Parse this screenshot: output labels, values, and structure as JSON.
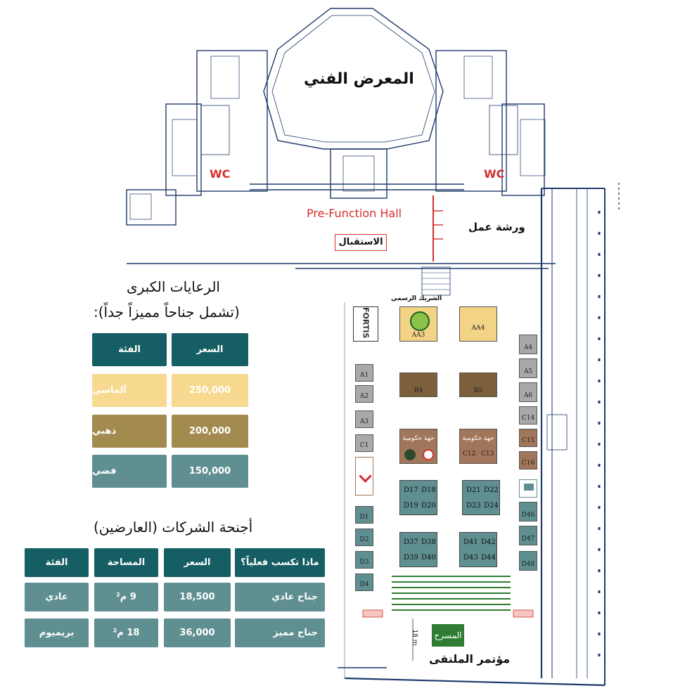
{
  "map": {
    "art_gallery_label": "المعرض الفني",
    "wc_left": "WC",
    "wc_right": "WC",
    "prefunction_label": "Pre-Function Hall",
    "workshop_label": "ورشة عمل",
    "reception_label": "الاستقبال",
    "official_partner_label": "الشريك الرسمي",
    "stage_label": "المسرح",
    "conference_label": "مؤتمر الملتقى",
    "dimension_18m": "18 m",
    "booths": {
      "aa3": "AA3",
      "aa4": "AA4",
      "a1": "A1",
      "a2": "A2",
      "a3": "A3",
      "a4": "A4",
      "a5": "A5",
      "a6": "A6",
      "b4": "B4",
      "b5": "B5",
      "c1": "C1",
      "c12": "C12",
      "c13": "C13",
      "c14": "C14",
      "c15": "C15",
      "c16": "C16",
      "d1": "D1",
      "d2": "D2",
      "d3": "D3",
      "d4": "D4",
      "d17": "D17",
      "d18": "D18",
      "d19": "D19",
      "d20": "D20",
      "d21": "D21",
      "d22": "D22",
      "d23": "D23",
      "d24": "D24",
      "d37": "D37",
      "d38": "D38",
      "d39": "D39",
      "d40": "D40",
      "d41": "D41",
      "d42": "D42",
      "d43": "D43",
      "d44": "D44",
      "d46": "D46",
      "d47": "D47",
      "d48": "D48",
      "gov_entity": "جهة حكومية",
      "fortis": "FORTIS"
    }
  },
  "sponsorship": {
    "title": "الرعايات الكبرى",
    "subtitle": "(تشمل جناحاً مميزاً جداً):",
    "headers": {
      "category": "الفئة",
      "price": "السعر"
    },
    "rows": [
      {
        "category": "ألماسي",
        "price": "250,000"
      },
      {
        "category": "ذهبي",
        "price": "200,000"
      },
      {
        "category": "فضي",
        "price": "150,000"
      }
    ]
  },
  "exhibitors": {
    "title": "أجنحة الشركات (العارضين)",
    "headers": {
      "category": "الفئة",
      "area": "المساحة",
      "price": "السعر",
      "gain": "ماذا تكسب فعلياً؟"
    },
    "rows": [
      {
        "category": "عادي",
        "area": "9 م²",
        "price": "18,500",
        "gain": "جناح عادي"
      },
      {
        "category": "بريميوم",
        "area": "18 م²",
        "price": "36,000",
        "gain": "جناح مميز"
      }
    ]
  },
  "colors": {
    "dark_teal": "#155e63",
    "teal": "#5f8f91",
    "diamond": "#f7d98f",
    "gold": "#a38a4e",
    "red_label": "#d32f2f",
    "stage_green": "#2e7d32",
    "wall_blue": "#1f3a6b"
  }
}
